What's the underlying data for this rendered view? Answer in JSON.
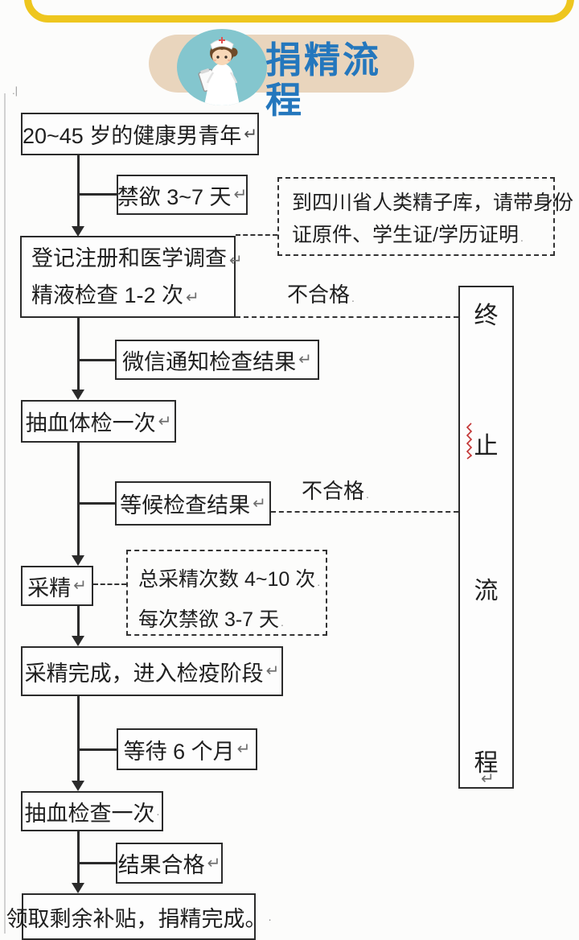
{
  "marks": {
    "return": "↵",
    "dot": ".",
    "stray": ".|"
  },
  "header": {
    "title": "捐精流程",
    "icon": "nurse-icon",
    "colors": {
      "frame_yellow": "#eec61e",
      "pill_tan": "#e9d5bd",
      "circle_teal": "#84c6ce",
      "title_blue": "#2477bd"
    }
  },
  "labels": {
    "fail1": "不合格",
    "fail2": "不合格"
  },
  "nodes": {
    "target": {
      "text": "20~45 岁的健康男青年"
    },
    "abstain": {
      "text": "禁欲 3~7 天"
    },
    "register": {
      "line1": "登记注册和医学调查",
      "line2": "精液检查 1-2 次"
    },
    "wechat": {
      "text": "微信通知检查结果"
    },
    "blood1": {
      "text": "抽血体检一次"
    },
    "wait_result": {
      "text": "等候检查结果"
    },
    "collect": {
      "text": "采精"
    },
    "collect_done": {
      "text": "采精完成，进入检疫阶段"
    },
    "wait6": {
      "text": "等待 6 个月"
    },
    "blood2": {
      "text": "抽血检查一次"
    },
    "qualified": {
      "text": "结果合格"
    },
    "final": {
      "text": "领取剩余补贴，捐精完成。"
    }
  },
  "notes": {
    "location": {
      "line1": "到四川省人类精子库，请带身份",
      "line2": "证原件、学生证/学历证明"
    },
    "collect_info": {
      "line1": "总采精次数 4~10 次",
      "line2": "每次禁欲 3-7 天"
    }
  },
  "terminate": {
    "chars": [
      "终",
      "止",
      "流",
      "程"
    ],
    "squiggle_color": "#c23232"
  },
  "line_color": "#2b2b2b"
}
